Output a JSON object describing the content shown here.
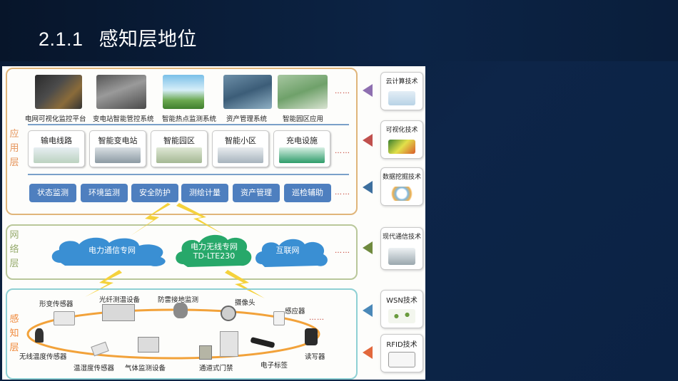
{
  "slide": {
    "title_num": "2.1.1",
    "title_text": "感知层地位"
  },
  "layers": {
    "app": "应用层",
    "net": "网络层",
    "sense": "感知层"
  },
  "app_systems": [
    "电网可视化监控平台",
    "变电站智能管控系统",
    "智能热点监测系统",
    "资产管理系统",
    "智能园区应用"
  ],
  "app_scenes": [
    "输电线路",
    "智能变电站",
    "智能园区",
    "智能小区",
    "充电设施"
  ],
  "app_functions": [
    "状态监测",
    "环境监测",
    "安全防护",
    "测绘计量",
    "资产管理",
    "巡检辅助"
  ],
  "ellipsis": "……",
  "network": {
    "private": "电力通信专网",
    "wireless_line1": "电力无线专网",
    "wireless_line2": "TD-LTE230",
    "internet": "互联网"
  },
  "devices": [
    "形变传感器",
    "光纤测温设备",
    "防雷接地监测",
    "摄像头",
    "感应器",
    "无线温度传感器",
    "温湿度传感器",
    "气体监测设备",
    "通道式门禁",
    "电子标签",
    "读写器"
  ],
  "techs": [
    "云计算技术",
    "可视化技术",
    "数据挖掘技术",
    "现代通信技术",
    "WSN技术",
    "RFID技术"
  ],
  "colors": {
    "accent_orange": "#e0b57a",
    "func_blue": "#4e7fbf",
    "cloud_blue": "#3a8fd3",
    "cloud_green": "#27a86a"
  }
}
